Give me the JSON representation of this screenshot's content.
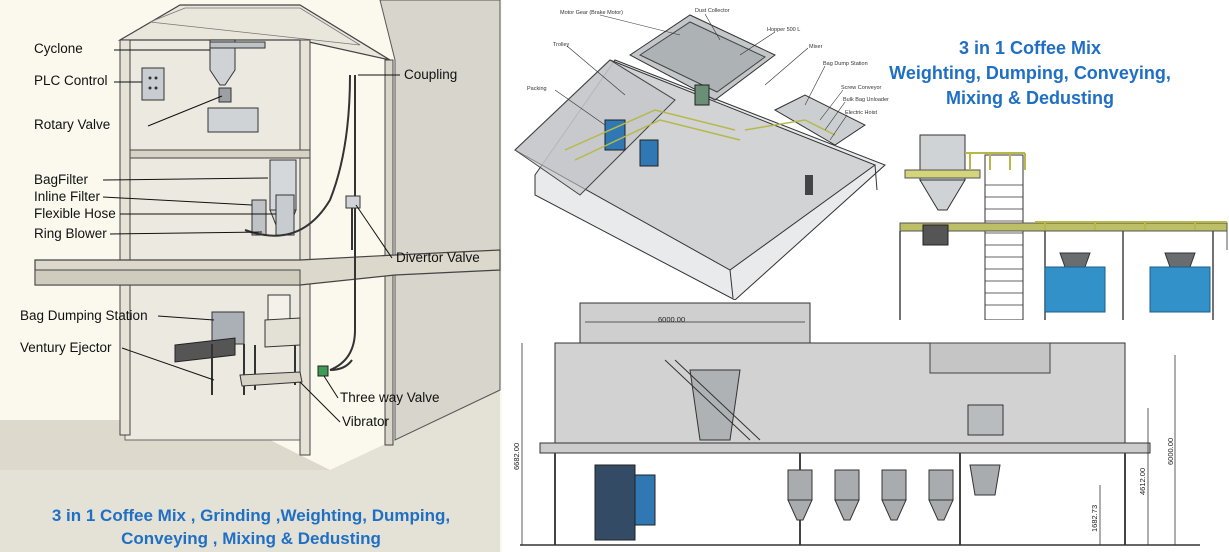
{
  "left_labels": {
    "cyclone": "Cyclone",
    "plc_control": "PLC Control",
    "rotary_valve": "Rotary Valve",
    "bagfilter": "BagFilter",
    "inline_filter": "Inline Filter",
    "flexible_hose": "Flexible Hose",
    "ring_blower": "Ring Blower",
    "coupling": "Coupling",
    "divertor_valve": "Divertor Valve",
    "bag_dumping_station": "Bag Dumping Station",
    "venturi_ejector": "Ventury Ejector",
    "three_way_valve": "Three way Valve",
    "vibrator": "Vibrator"
  },
  "left_caption": {
    "line1": "3 in 1 Coffee Mix , Grinding ,Weighting,  Dumping,",
    "line2": "Conveying , Mixing & Dedusting"
  },
  "right_caption": {
    "line1": "3 in 1 Coffee Mix",
    "line2": "Weighting,  Dumping, Conveying,",
    "line3": "Mixing & Dedusting"
  },
  "iso_labels": {
    "motor_gear": "Motor Gear (Brake Motor)",
    "dust_collector": "Dust Collector",
    "hopper": "Hopper 500 L",
    "trolley": "Trolley",
    "mixer": "Mixer",
    "bag_dump_station": "Bag Dump Station",
    "packing": "Packing",
    "screw_conveyor": "Screw Conveyor",
    "bulk_bag_unloader": "Bulk Bag Unloader",
    "electric_hoist": "Electric Hoist"
  },
  "dimensions": {
    "width_top": "6000.00",
    "height_left": "6682.00",
    "height_right_a": "4612.00",
    "height_right_b": "6000.00",
    "height_low": "1682.73"
  }
}
